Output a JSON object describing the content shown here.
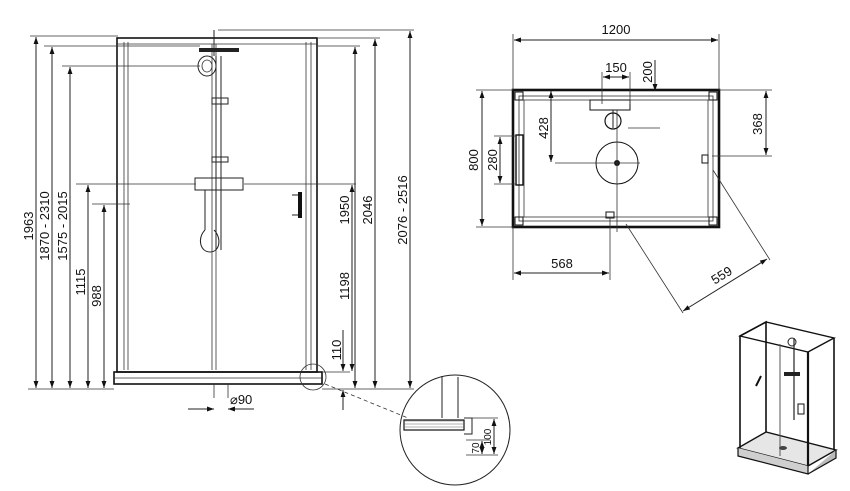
{
  "elevation": {
    "heights_left": [
      "1963",
      "1870 - 2310",
      "1575 - 2015",
      "1115",
      "988"
    ],
    "heights_right": [
      "1950",
      "2046",
      "2076 - 2516",
      "1198",
      "110"
    ],
    "drain_diameter": "90",
    "diameter_symbol": "⌀"
  },
  "plan": {
    "width": "1200",
    "depth": "800",
    "mixer_offset": "150",
    "head_offset": "200",
    "drain_from_wall": "428",
    "handle_height": "280",
    "right_offset": "368",
    "bottom_offset": "568",
    "door_opening": "559"
  },
  "detail": {
    "step_small": "70",
    "step_large": "100"
  }
}
